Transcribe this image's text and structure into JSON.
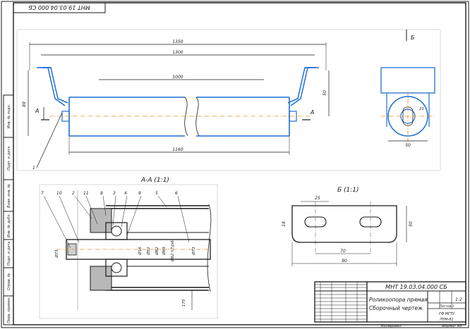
{
  "stamp": {
    "designation": "МНТ 19.03.04.000 СБ",
    "designation_rotated": "МНТ 19.03.04.000 СБ",
    "title_line1": "Роликоопора прямая",
    "title_line2": "Сборочный чертеж",
    "sheet_info": "ГФ МГТУ",
    "group": "ПТМ-81",
    "scale": "1:2",
    "sheets_label": "Листов 1",
    "format_copy": "Копировал",
    "format_size": "Формат А3"
  },
  "side_labels": [
    "Инв. № подл.",
    "Подп. и дата",
    "Взам. инв. №",
    "Инв. № дубл.",
    "Подп. и дата",
    "Справ. №",
    "Перв. примен."
  ],
  "views": {
    "main_view": {
      "dims": {
        "overall": "1350",
        "inner": "1300",
        "roller": "1000",
        "bottom": "1160",
        "height": "89",
        "right": "50"
      },
      "section_marker": "А",
      "view_marker": "Б",
      "leader_1": "1"
    },
    "side_view": {
      "dim_21": "21",
      "dim_50": "50"
    },
    "section_aa": {
      "title": "А-А (1:1)",
      "labels": [
        "7",
        "10",
        "2",
        "11",
        "8",
        "3",
        "4",
        "9",
        "5",
        "6"
      ],
      "dims": [
        "Ø73",
        "Ø16",
        "Ø52",
        "Ø82",
        "Ø89",
        "Ø62 h7/js6",
        "Ø73",
        "175"
      ]
    },
    "view_b": {
      "title": "Б (1:1)",
      "dims": {
        "d25": "25",
        "d70": "70",
        "d90": "90",
        "d18": "18",
        "d50": "50"
      }
    }
  }
}
